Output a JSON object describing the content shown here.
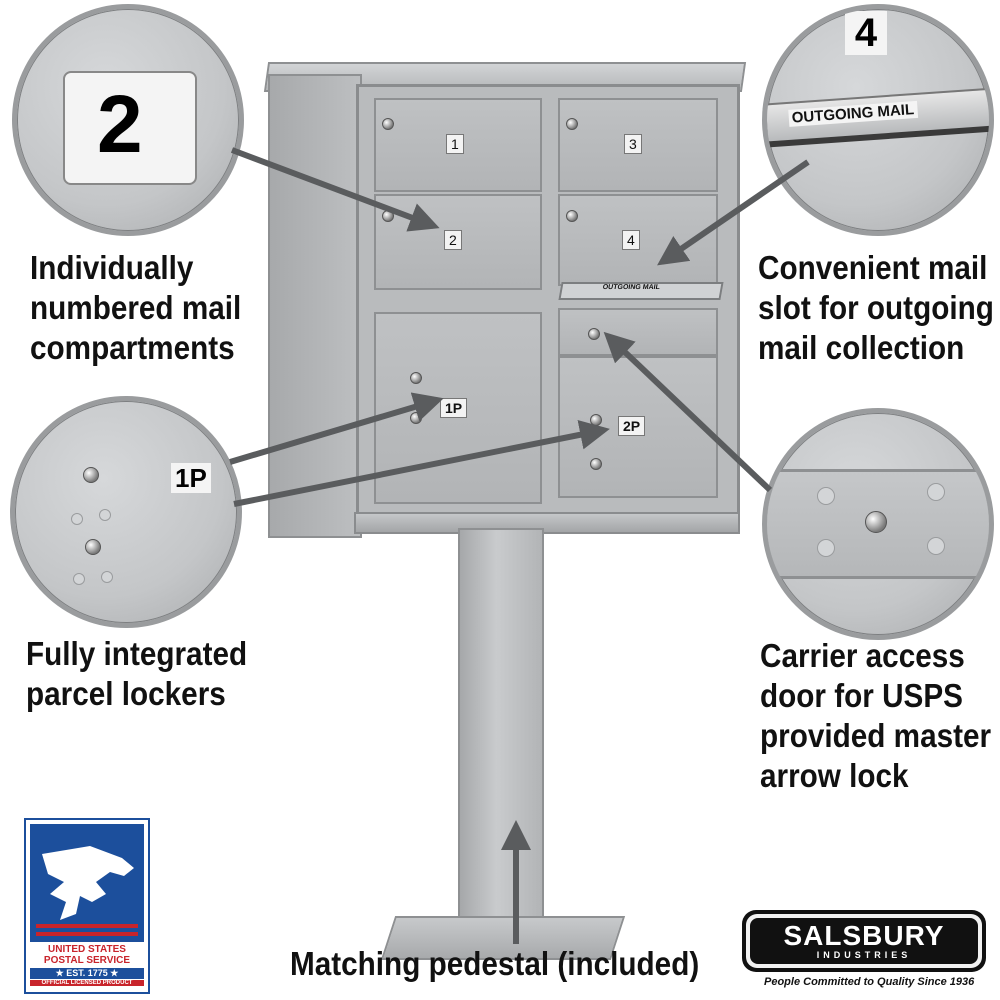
{
  "features": {
    "compartments": [
      "Individually",
      "numbered mail",
      "compartments"
    ],
    "outgoing": [
      "Convenient mail",
      "slot for outgoing",
      "mail collection"
    ],
    "parcel": [
      "Fully integrated",
      "parcel lockers"
    ],
    "carrier": [
      "Carrier access",
      "door for USPS",
      "provided master",
      "arrow lock"
    ],
    "pedestal": "Matching pedestal (included)"
  },
  "cabinet": {
    "door_labels": [
      "1",
      "3",
      "2",
      "4",
      "1P",
      "2P"
    ],
    "outgoing_slot_label": "OUTGOING MAIL"
  },
  "callouts": {
    "number_two": "2",
    "number_four": "4",
    "outgoing_label": "OUTGOING MAIL",
    "parcel_label": "1P"
  },
  "usps_logo": {
    "line1": "UNITED STATES",
    "line2": "POSTAL SERVICE",
    "line3": "★ EST. 1775 ★",
    "line4": "OFFICIAL LICENSED PRODUCT"
  },
  "brand": {
    "name": "SALSBURY",
    "sub": "INDUSTRIES",
    "tagline": "People Committed to Quality Since 1936"
  },
  "colors": {
    "cabinet": "#b7b9bb",
    "usps_blue": "#1c4f9c",
    "usps_red": "#c8242b",
    "arrow": "#5a5c5e"
  }
}
